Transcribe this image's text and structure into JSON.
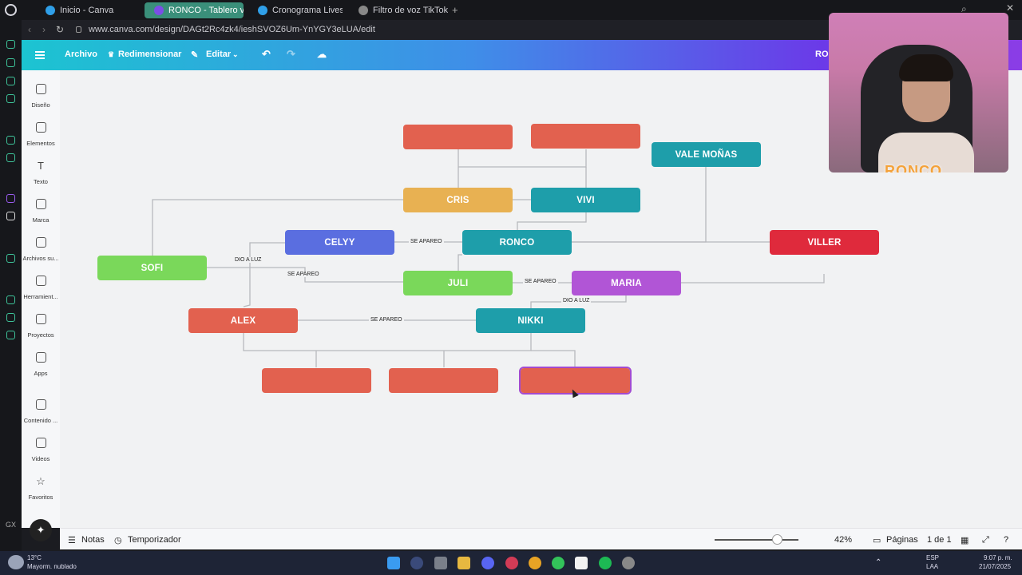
{
  "browser": {
    "tabs": [
      {
        "label": "Inicio - Canva",
        "active": false
      },
      {
        "label": "RONCO - Tablero virtual",
        "active": true
      },
      {
        "label": "Cronograma Lives - Docu",
        "active": false
      },
      {
        "label": "Filtro de voz TikTok",
        "active": false
      }
    ],
    "url": "www.canva.com/design/DAGt2Rc4zk4/ieshSVOZ6Um-YnYGY3eLUA/edit"
  },
  "header": {
    "archivo": "Archivo",
    "redimensionar": "Redimensionar",
    "editar": "Editar",
    "user_partial": "RON"
  },
  "rail": [
    {
      "label": "Diseño",
      "icon": "layout-icon"
    },
    {
      "label": "Elementos",
      "icon": "shapes-icon"
    },
    {
      "label": "Texto",
      "icon": "text-icon"
    },
    {
      "label": "Marca",
      "icon": "brand-icon"
    },
    {
      "label": "Archivos su...",
      "icon": "upload-icon"
    },
    {
      "label": "Herramient...",
      "icon": "tools-icon"
    },
    {
      "label": "Proyectos",
      "icon": "folder-icon"
    },
    {
      "label": "Apps",
      "icon": "apps-icon"
    },
    {
      "label": "Contenido ...",
      "icon": "content-icon"
    },
    {
      "label": "Videos",
      "icon": "video-icon"
    },
    {
      "label": "Favoritos",
      "icon": "star-icon"
    }
  ],
  "diagram": {
    "nodes": {
      "top1": {
        "label": "",
        "color": "#e2614f"
      },
      "top2": {
        "label": "",
        "color": "#e2614f"
      },
      "vale": {
        "label": "VALE MOÑAS",
        "color": "#1e9eaa"
      },
      "cris": {
        "label": "CRIS",
        "color": "#e8b152"
      },
      "vivi": {
        "label": "VIVI",
        "color": "#1e9eaa"
      },
      "celyy": {
        "label": "CELYY",
        "color": "#5a6ee0"
      },
      "ronco": {
        "label": "RONCO",
        "color": "#1e9eaa"
      },
      "viller": {
        "label": "VILLER",
        "color": "#df2a3c"
      },
      "sofi": {
        "label": "SOFI",
        "color": "#7ad85a"
      },
      "juli": {
        "label": "JULI",
        "color": "#7ad85a"
      },
      "maria": {
        "label": "MARIA",
        "color": "#b155d6"
      },
      "alex": {
        "label": "ALEX",
        "color": "#e2614f"
      },
      "nikki": {
        "label": "NIKKI",
        "color": "#1e9eaa"
      },
      "child1": {
        "label": "",
        "color": "#e2614f"
      },
      "child2": {
        "label": "",
        "color": "#e2614f"
      },
      "child3": {
        "label": "",
        "color": "#e2614f"
      }
    },
    "edge_labels": {
      "celyy_ronco": "SE APAREO",
      "sofi_alex": "DIO A LUZ",
      "sofi_juli": "SE APAREO",
      "juli_maria": "SE APAREO",
      "maria_nikki": "DIO A LUZ",
      "alex_nikki": "SE APAREO"
    }
  },
  "bottom": {
    "notas": "Notas",
    "temporizador": "Temporizador",
    "zoom": "42%",
    "paginas": "Páginas",
    "page_count": "1 de 1"
  },
  "webcam": {
    "logo": "RONCO"
  },
  "taskbar": {
    "temp": "13°C",
    "weather": "Mayorm. nublado",
    "lang1": "ESP",
    "lang2": "LAA",
    "time": "9:07 p. m.",
    "date": "21/07/2025"
  }
}
